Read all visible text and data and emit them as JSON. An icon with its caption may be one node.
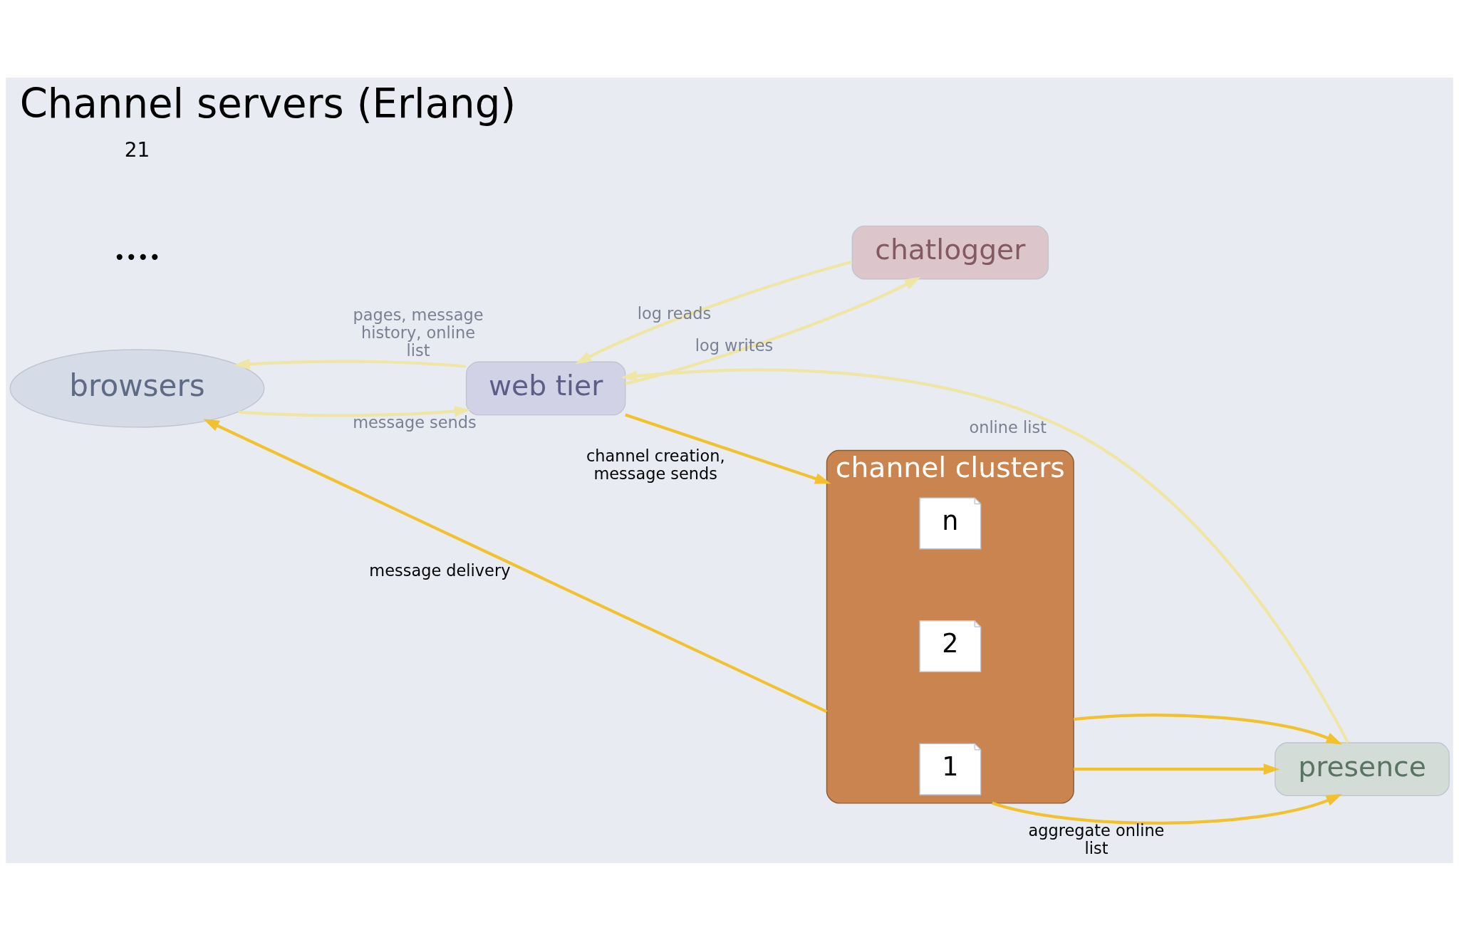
{
  "diagram": {
    "title": "Channel servers (Erlang)",
    "nodes": [
      {
        "text": [
          "browsers"
        ]
      },
      {
        "text": [
          "web tier"
        ]
      },
      {
        "text": [
          "chatlogger"
        ]
      },
      {
        "text": [
          "presence"
        ]
      },
      {
        "text": [
          "channel clusters"
        ]
      },
      {
        "text": [
          "1"
        ],
        "in": 4
      },
      {
        "text": [
          "2"
        ],
        "in": 4
      },
      {
        "text": [
          "n"
        ],
        "in": 4
      }
    ],
    "edges": [
      {
        "from": 1,
        "to": 0,
        "arrow": "to",
        "label": "pages, message history, online list",
        "color": "#efe6a6"
      },
      {
        "from": 0,
        "to": 1,
        "arrow": "to",
        "label": "message sends",
        "color": "#efe6a6"
      },
      {
        "from": 1,
        "to": 2,
        "arrow": "to",
        "label": "log writes",
        "color": "#efe6a6"
      },
      {
        "from": 2,
        "to": 1,
        "arrow": "to",
        "label": "log reads",
        "color": "#efe6a6"
      },
      {
        "from": 3,
        "to": 1,
        "arrow": "to",
        "label": "online list",
        "color": "#efe6a6"
      },
      {
        "from": 1,
        "to": 4,
        "arrow": "to",
        "label": "channel creation, message sends",
        "color": "#f2c12e"
      },
      {
        "from": 4,
        "to": 0,
        "arrow": "to",
        "label": "message delivery",
        "color": "#f2c12e"
      },
      {
        "from": 4,
        "to": 3,
        "arrow": "to",
        "label": "aggregate online list",
        "color": "#f2c12e"
      },
      {
        "from": 4,
        "to": 3,
        "arrow": "to",
        "color": "#f2c12e"
      },
      {
        "from": 4,
        "to": 3,
        "arrow": "to",
        "color": "#f2c12e"
      }
    ],
    "labels": [
      "••••",
      "21"
    ]
  }
}
